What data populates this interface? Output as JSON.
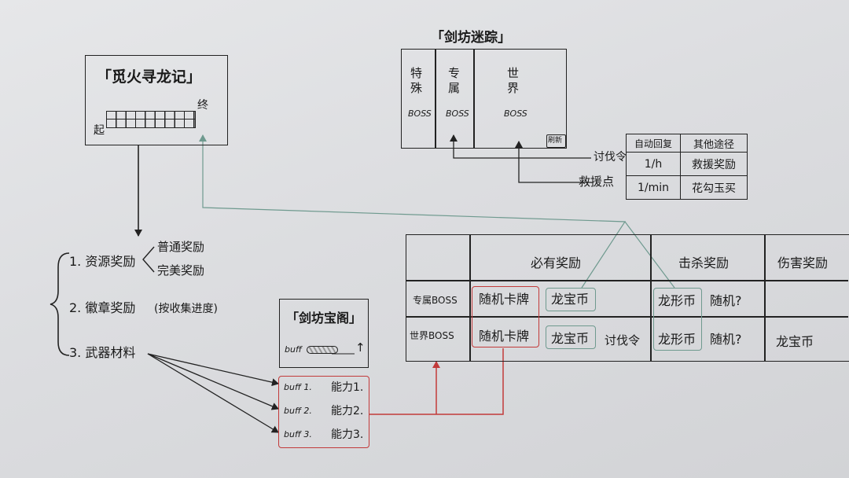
{
  "colors": {
    "ink": "#222222",
    "red": "#c23a3a",
    "green": "#6f9a8f",
    "paper": "#dcdde0"
  },
  "dragon_box": {
    "title": "「觅火寻龙记」",
    "start": "起",
    "end": "终"
  },
  "rewards": {
    "item1": "1. 资源奖励",
    "item1_sub1": "普通奖励",
    "item1_sub2": "完美奖励",
    "item2": "2. 徽章奖励",
    "item2_note": "(按收集进度)",
    "item3": "3. 武器材料"
  },
  "treasure": {
    "title": "「剑坊宝阁」",
    "buff_label": "buff",
    "arrow": "↑"
  },
  "buff_list": [
    {
      "buff": "buff 1.",
      "ability": "能力1."
    },
    {
      "buff": "buff 2.",
      "ability": "能力2."
    },
    {
      "buff": "buff 3.",
      "ability": "能力3."
    }
  ],
  "maze": {
    "title": "「剑坊迷踪」",
    "col1": "特殊",
    "col1_sub": "BOSS",
    "col2": "专属",
    "col2_sub": "BOSS",
    "col3": "世界",
    "col3_sub": "BOSS",
    "refresh": "刷新",
    "label_token": "讨伐令",
    "label_rescue": "救援点"
  },
  "recovery_table": {
    "headers": [
      "自动回复",
      "其他途径"
    ],
    "rows": [
      [
        "1/h",
        "救援奖励"
      ],
      [
        "1/min",
        "花勾玉买"
      ]
    ]
  },
  "reward_table": {
    "headers": [
      "",
      "必有奖励",
      "击杀奖励",
      "伤害奖励"
    ],
    "rows": [
      {
        "label": "专属BOSS",
        "must1": "随机卡牌",
        "must2": "龙宝币",
        "must3": "",
        "kill1": "龙形币",
        "kill2": "随机?",
        "damage": ""
      },
      {
        "label": "世界BOSS",
        "must1": "随机卡牌",
        "must2": "龙宝币",
        "must3": "讨伐令",
        "kill1": "龙形币",
        "kill2": "随机?",
        "damage": "龙宝币"
      }
    ]
  }
}
